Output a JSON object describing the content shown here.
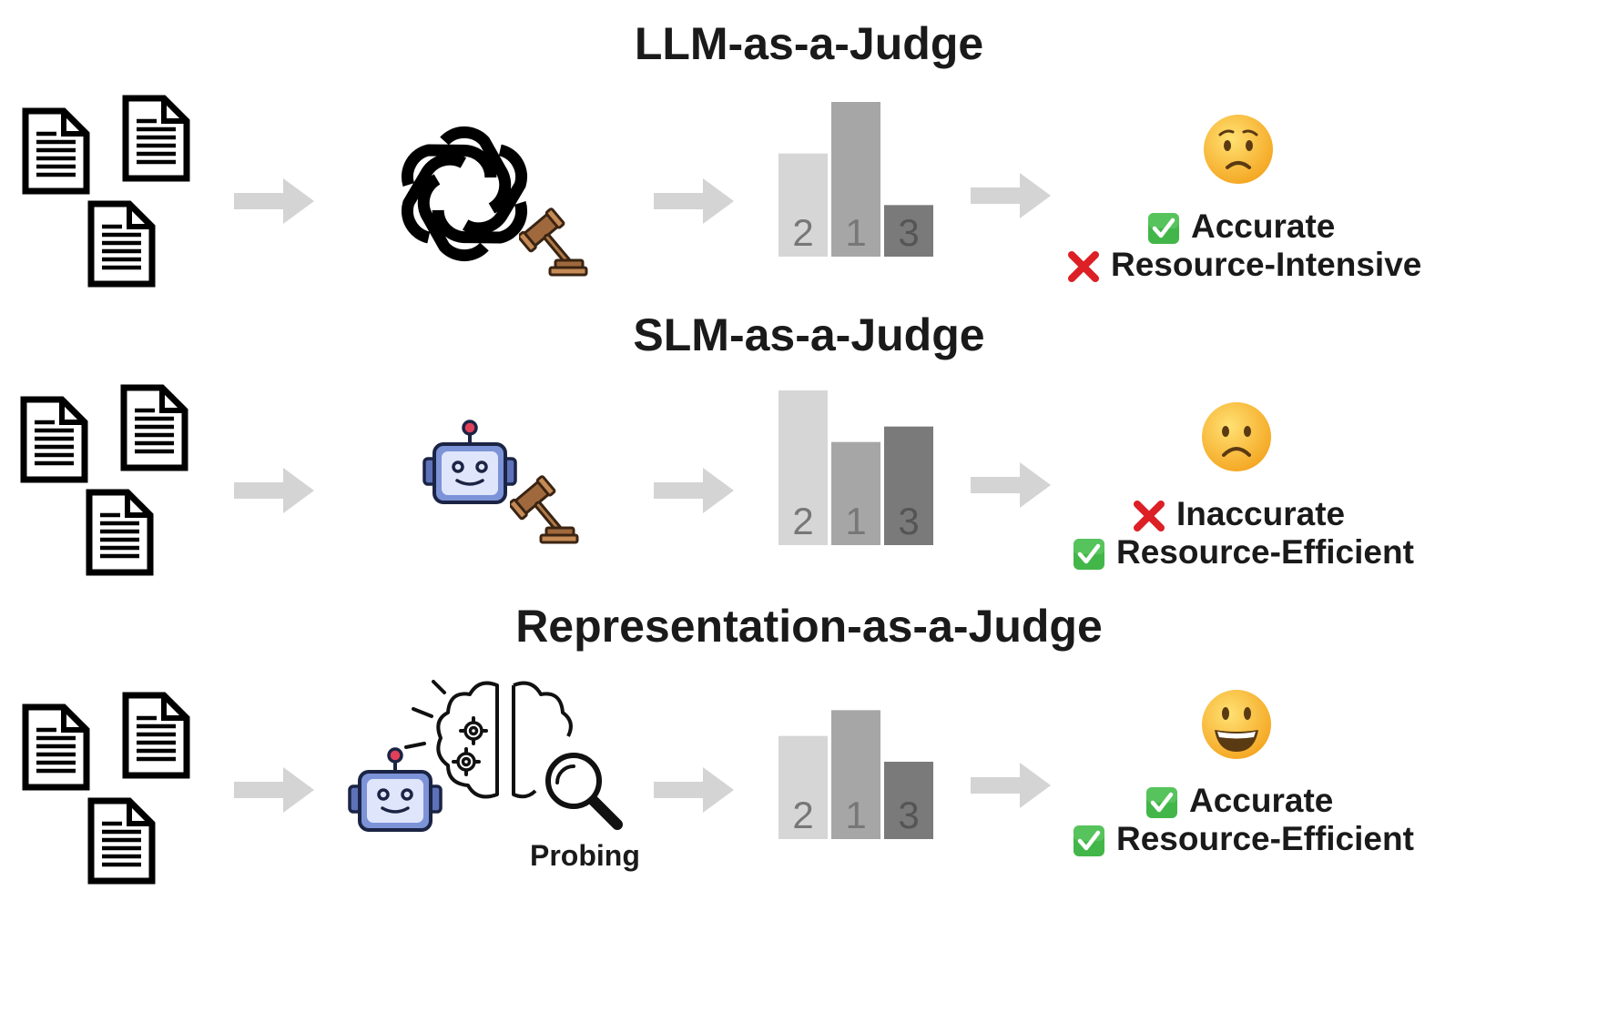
{
  "rows": [
    {
      "title": "LLM-as-a-Judge",
      "judge": "llm",
      "values": [
        {
          "label": "2",
          "value": 2
        },
        {
          "label": "1",
          "value": 3
        },
        {
          "label": "3",
          "value": 1
        }
      ],
      "face": "worried-face-icon",
      "verdicts": [
        {
          "ok": true,
          "text": "Accurate"
        },
        {
          "ok": false,
          "text": "Resource-Intensive"
        }
      ]
    },
    {
      "title": "SLM-as-a-Judge",
      "judge": "slm",
      "values": [
        {
          "label": "2",
          "value": 3
        },
        {
          "label": "1",
          "value": 2
        },
        {
          "label": "3",
          "value": 2.3
        }
      ],
      "face": "frowning-face-icon",
      "verdicts": [
        {
          "ok": false,
          "text": "Inaccurate"
        },
        {
          "ok": true,
          "text": "Resource-Efficient"
        }
      ]
    },
    {
      "title": "Representation-as-a-Judge",
      "judge": "representation",
      "judge_label": "Probing",
      "values": [
        {
          "label": "2",
          "value": 2
        },
        {
          "label": "1",
          "value": 2.5
        },
        {
          "label": "3",
          "value": 1.5
        }
      ],
      "face": "smiling-face-icon",
      "verdicts": [
        {
          "ok": true,
          "text": "Accurate"
        },
        {
          "ok": true,
          "text": "Resource-Efficient"
        }
      ]
    }
  ],
  "icons": {
    "document": "document-icon",
    "arrow": "arrow-right-icon",
    "gavel": "gavel-icon",
    "robot": "robot-icon",
    "brain": "brain-icon",
    "magnifier": "magnifier-icon",
    "check": "check-mark-icon",
    "cross": "cross-mark-icon"
  },
  "colors": {
    "arrow": "#d4d4d4",
    "bar_light": "#d6d6d6",
    "bar_mid": "#a6a6a6",
    "bar_dark": "#7a7a7a",
    "check_green": "#43b649",
    "cross_red": "#dd1f26"
  }
}
